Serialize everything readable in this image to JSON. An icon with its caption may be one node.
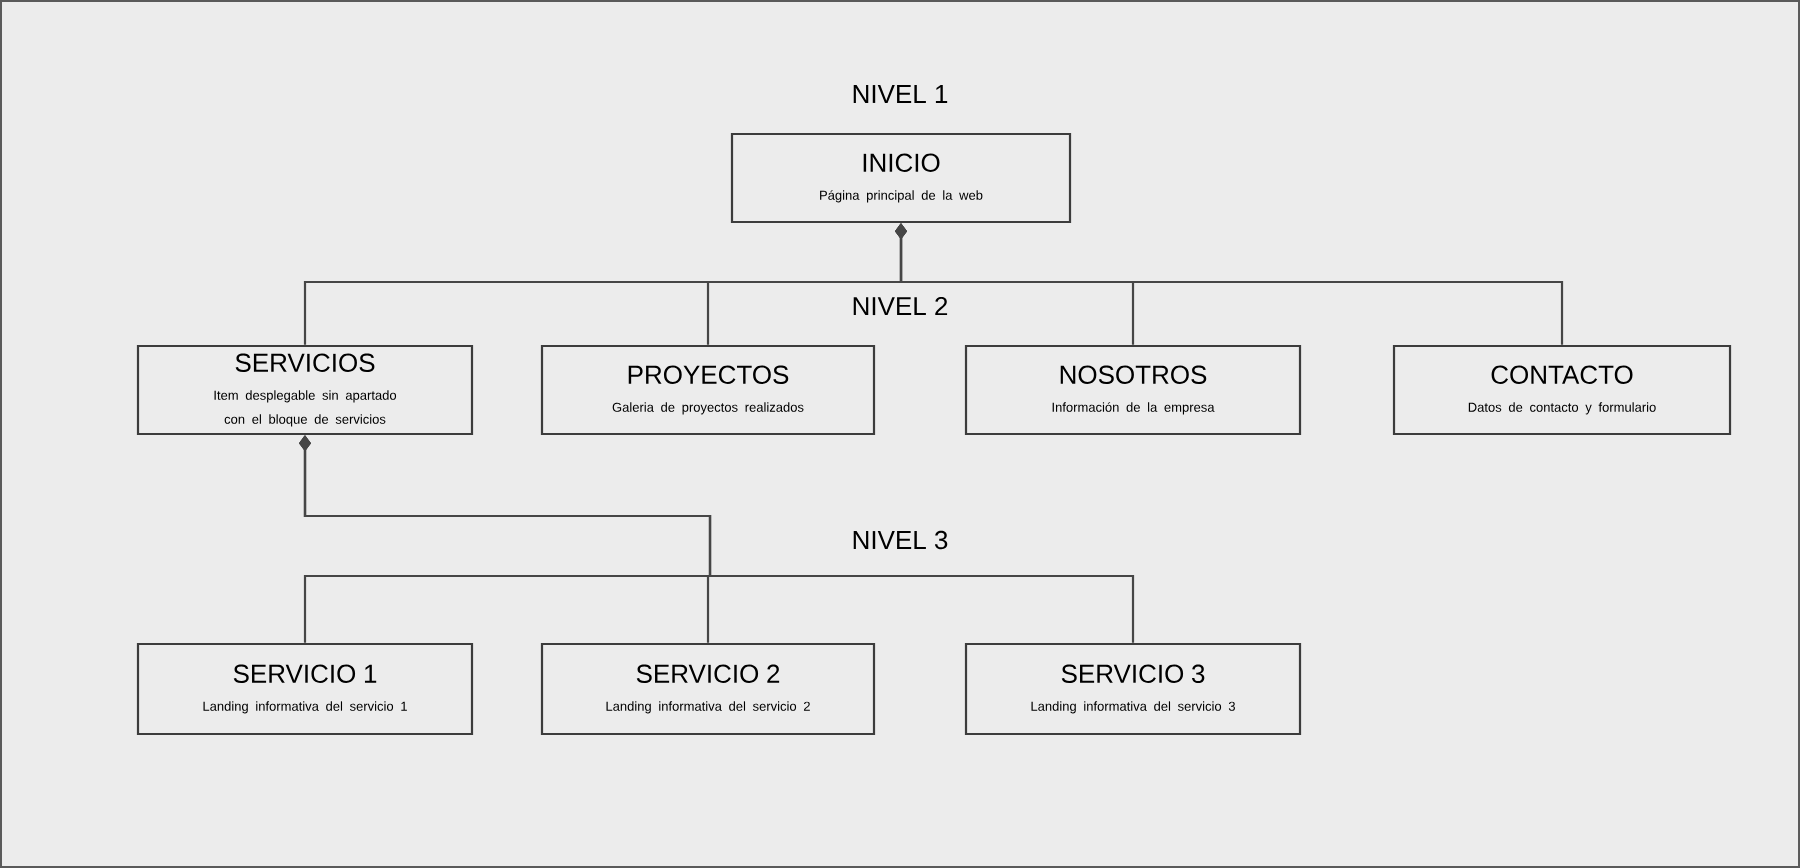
{
  "diagram": {
    "nodes": [
      {
        "text": [
          "INICIO",
          "Página principal de la web"
        ]
      },
      {
        "text": [
          "SERVICIOS",
          "Item desplegable sin apartado con el bloque de servicios"
        ]
      },
      {
        "text": [
          "PROYECTOS",
          "Galeria de proyectos realizados"
        ]
      },
      {
        "text": [
          "NOSOTROS",
          "Información de la empresa"
        ]
      },
      {
        "text": [
          "CONTACTO",
          "Datos de contacto y formulario"
        ]
      },
      {
        "text": [
          "SERVICIO 1",
          "Landing informativa del servicio 1"
        ]
      },
      {
        "text": [
          "SERVICIO 2",
          "Landing informativa del servicio 2"
        ]
      },
      {
        "text": [
          "SERVICIO 3",
          "Landing informativa del servicio 3"
        ]
      }
    ],
    "edges": [
      {
        "from": 0,
        "to": 1,
        "arrow": "other"
      },
      {
        "from": 0,
        "to": 2,
        "arrow": "other"
      },
      {
        "from": 0,
        "to": 3,
        "arrow": "other"
      },
      {
        "from": 0,
        "to": 4,
        "arrow": "other"
      },
      {
        "from": 1,
        "to": 5,
        "arrow": "other"
      },
      {
        "from": 1,
        "to": 6,
        "arrow": "other"
      },
      {
        "from": 1,
        "to": 7,
        "arrow": "other"
      }
    ],
    "labels": [
      "NIVEL 1",
      "NIVEL 2",
      "NIVEL 3"
    ]
  }
}
